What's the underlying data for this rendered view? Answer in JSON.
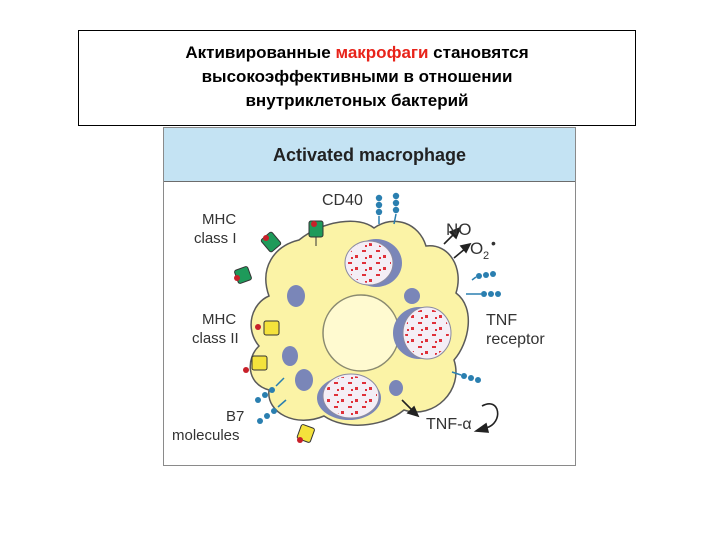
{
  "slide": {
    "title_part1": "Активированные ",
    "title_highlight": "макрофаги",
    "title_part2": " становятся",
    "title_line2": "высокоэффективными в отношении",
    "title_line3": "внутриклетоных бактерий",
    "highlight_color": "#e8231a"
  },
  "figure": {
    "header": "Activated macrophage",
    "header_color": "#c4e3f3",
    "cell_color": "#fbf3a6",
    "labels": {
      "cd40": "CD40",
      "mhc1_line1": "MHC",
      "mhc1_line2": "class I",
      "mhc2_line1": "MHC",
      "mhc2_line2": "class II",
      "b7_line1": "B7",
      "b7_line2": "molecules",
      "no_text": "NO",
      "o2_text": "O",
      "o2_sub": "2",
      "o2_dot": "•",
      "tnf_line1": "TNF",
      "tnf_line2": "receptor",
      "tnfa": "TNF-α"
    }
  }
}
